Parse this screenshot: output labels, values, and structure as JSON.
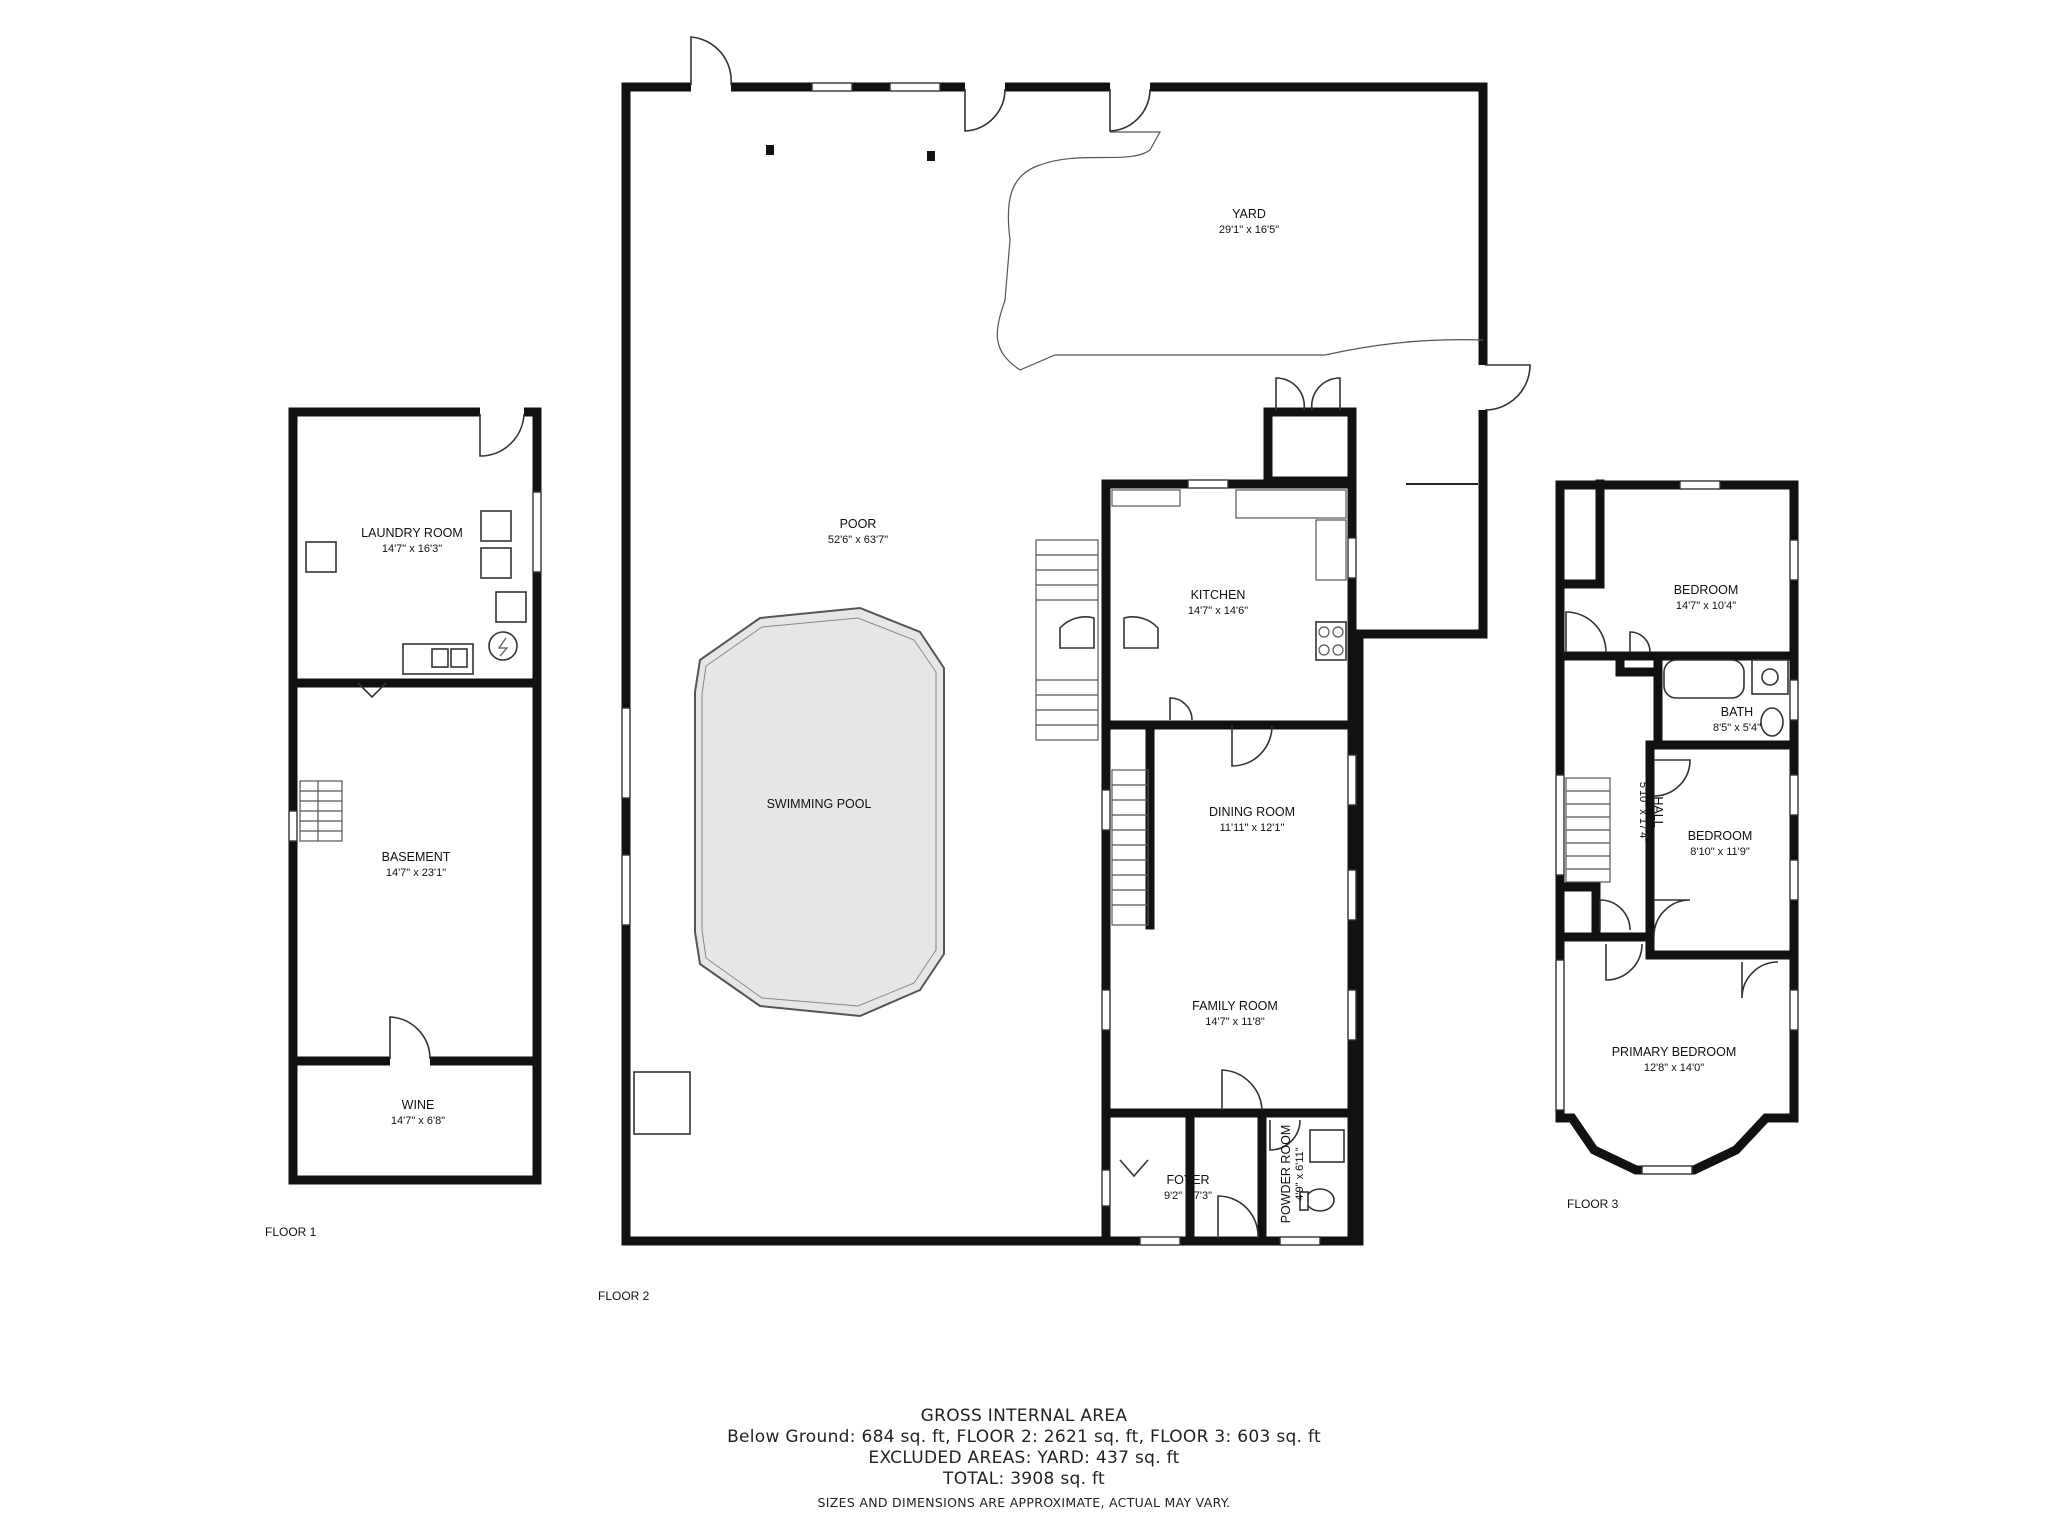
{
  "floors": {
    "floor1": {
      "label": "FLOOR 1",
      "rooms": [
        {
          "name": "LAUNDRY ROOM",
          "dims": "14'7\" x 16'3\""
        },
        {
          "name": "BASEMENT",
          "dims": "14'7\" x 23'1\""
        },
        {
          "name": "WINE",
          "dims": "14'7\" x 6'8\""
        }
      ]
    },
    "floor2": {
      "label": "FLOOR 2",
      "rooms": [
        {
          "name": "YARD",
          "dims": "29'1\" x 16'5\""
        },
        {
          "name": "POOR",
          "dims": "52'6\" x 63'7\""
        },
        {
          "name": "SWIMMING POOL",
          "dims": ""
        },
        {
          "name": "KITCHEN",
          "dims": "14'7\" x 14'6\""
        },
        {
          "name": "DINING ROOM",
          "dims": "11'11\" x 12'1\""
        },
        {
          "name": "FAMILY ROOM",
          "dims": "14'7\" x 11'8\""
        },
        {
          "name": "FOYER",
          "dims": "9'2\" x 7'3\""
        },
        {
          "name": "POWDER ROOM",
          "dims": "4'9\" x 6'11\""
        }
      ]
    },
    "floor3": {
      "label": "FLOOR 3",
      "rooms": [
        {
          "name": "BEDROOM",
          "dims": "14'7\" x 10'4\""
        },
        {
          "name": "BATH",
          "dims": "8'5\" x 5'4\""
        },
        {
          "name": "HALL",
          "dims": "5'10\" x 17'4\""
        },
        {
          "name": "BEDROOM",
          "dims": "8'10\" x 11'9\""
        },
        {
          "name": "PRIMARY BEDROOM",
          "dims": "12'8\" x 14'0\""
        }
      ]
    }
  },
  "summary": {
    "heading": "GROSS INTERNAL AREA",
    "areas": "Below Ground: 684 sq. ft, FLOOR 2: 2621 sq. ft, FLOOR 3: 603 sq. ft",
    "excluded": "EXCLUDED AREAS: YARD: 437 sq. ft",
    "total": "TOTAL: 3908 sq. ft",
    "disclaimer": "SIZES AND DIMENSIONS ARE APPROXIMATE, ACTUAL MAY VARY."
  },
  "colors": {
    "wall": "#111111",
    "pool_fill": "#e6e6e6",
    "background": "#ffffff"
  }
}
